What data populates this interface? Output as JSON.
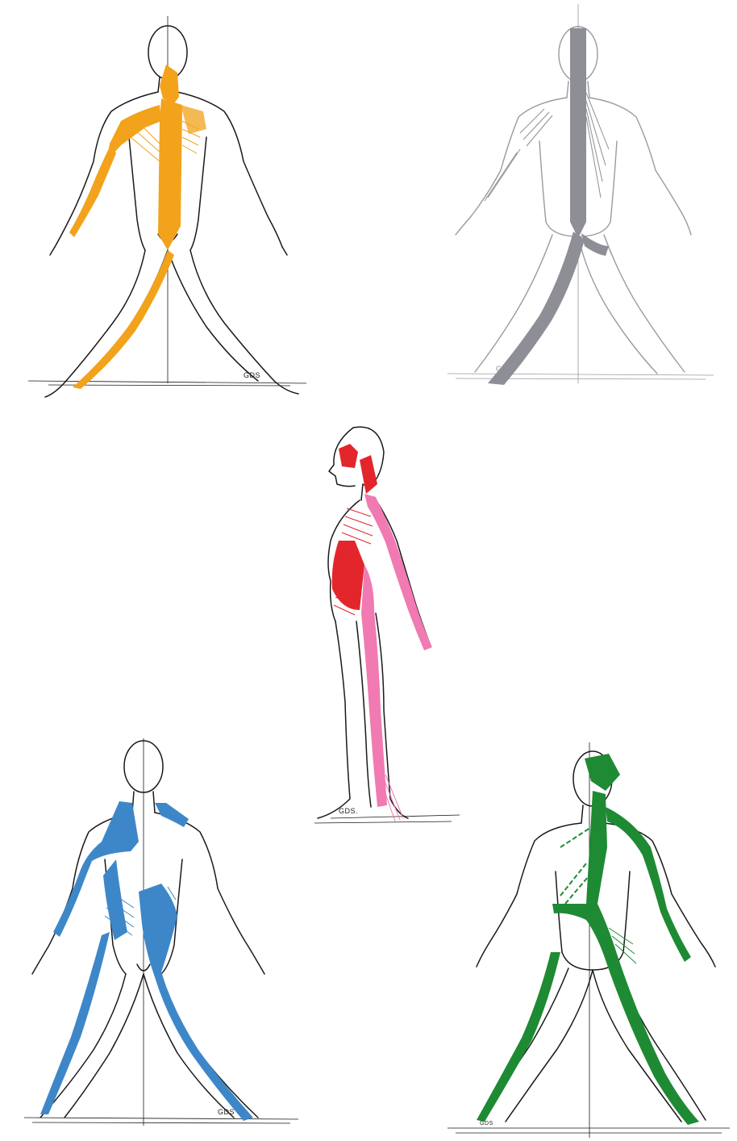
{
  "figures": [
    {
      "id": "front-orange",
      "signature": "GDS",
      "color": "#F2A21B"
    },
    {
      "id": "back-grey",
      "signature": "GDS",
      "color": "#8E8E96"
    },
    {
      "id": "side-red-pink",
      "signature": "GDS.",
      "color": "#E3262B",
      "secondary_color": "#F07AB1"
    },
    {
      "id": "front-blue",
      "signature": "GDS",
      "color": "#3D87C9"
    },
    {
      "id": "back-green",
      "signature": "GDS",
      "color": "#1E8A33"
    }
  ]
}
